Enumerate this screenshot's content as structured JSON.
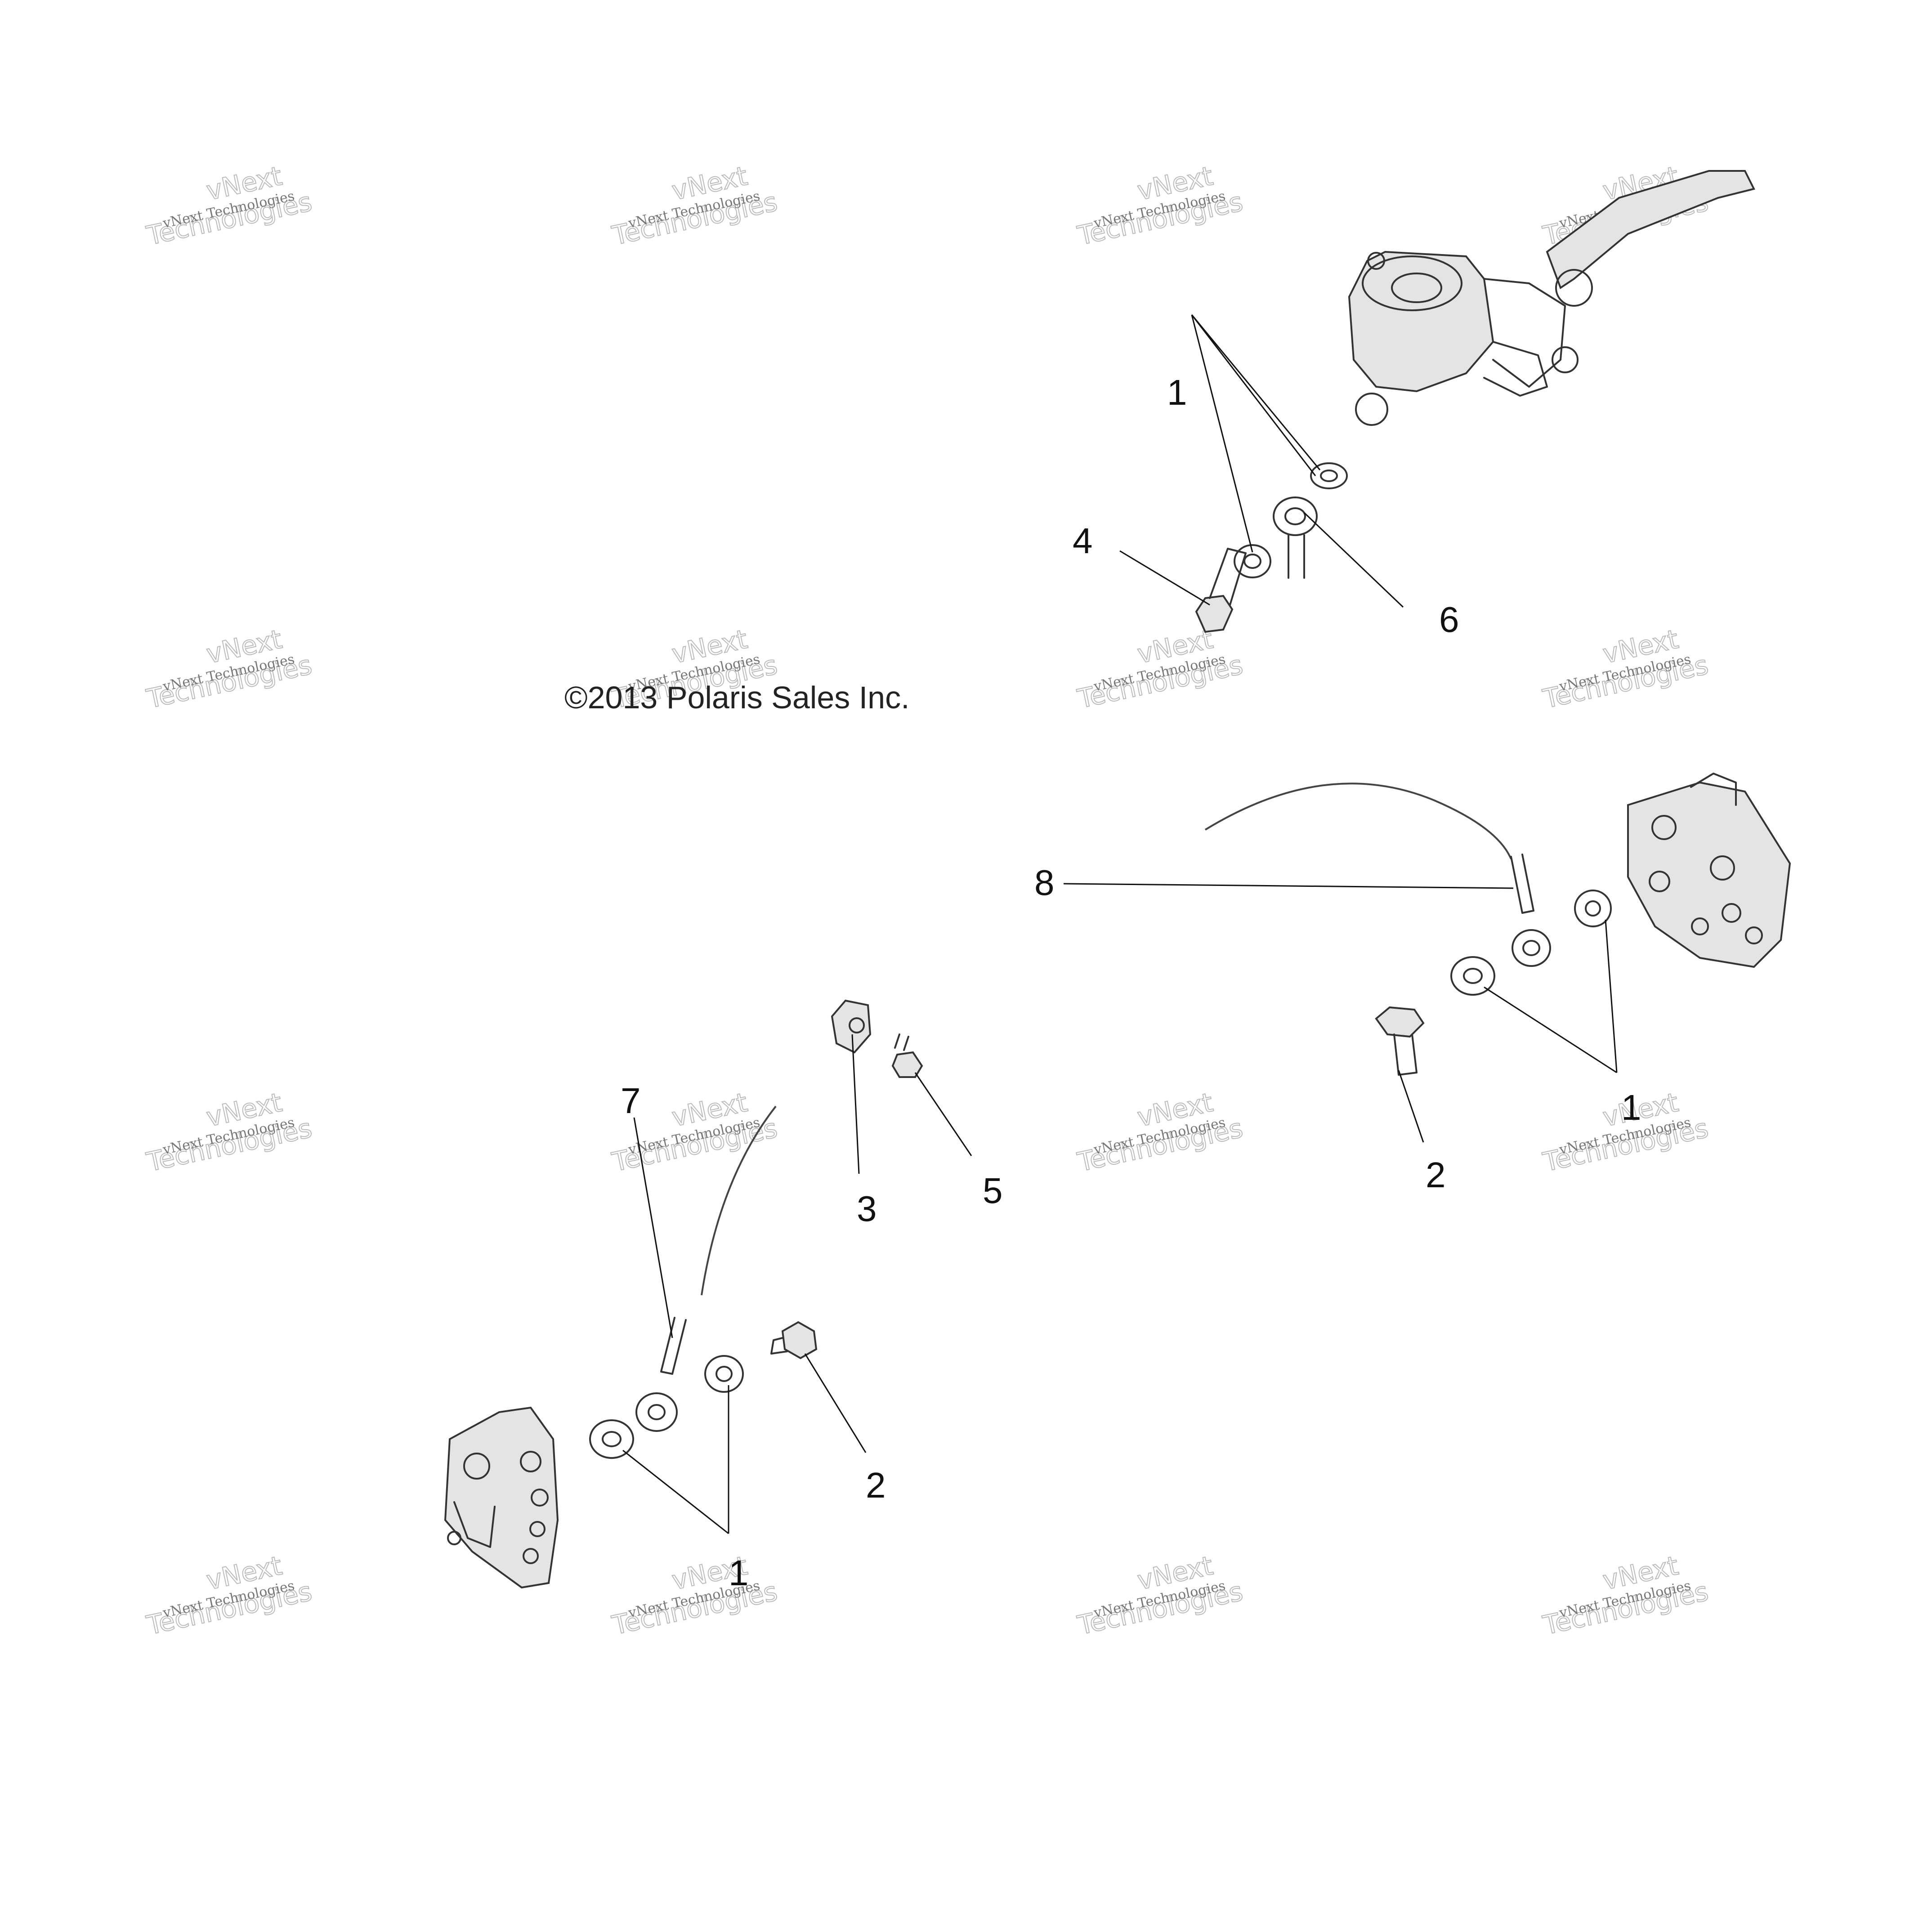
{
  "copyright": "©2013 Polaris Sales Inc.",
  "watermark": {
    "line1": "vNext Technologies",
    "line2": "vNext",
    "line3": "Technologies"
  },
  "callouts": [
    {
      "id": "c1a",
      "label": "1"
    },
    {
      "id": "c4",
      "label": "4"
    },
    {
      "id": "c6",
      "label": "6"
    },
    {
      "id": "c8",
      "label": "8"
    },
    {
      "id": "c1b",
      "label": "1"
    },
    {
      "id": "c2a",
      "label": "2"
    },
    {
      "id": "c7",
      "label": "7"
    },
    {
      "id": "c3",
      "label": "3"
    },
    {
      "id": "c5",
      "label": "5"
    },
    {
      "id": "c2b",
      "label": "2"
    },
    {
      "id": "c1c",
      "label": "1"
    }
  ],
  "parts": [
    "master-cylinder-lever",
    "brake-hose-front",
    "brake-hose-rear",
    "caliper-right",
    "caliper-left",
    "hose-clamp",
    "screw",
    "banjo-bolt",
    "sealing-washer"
  ]
}
